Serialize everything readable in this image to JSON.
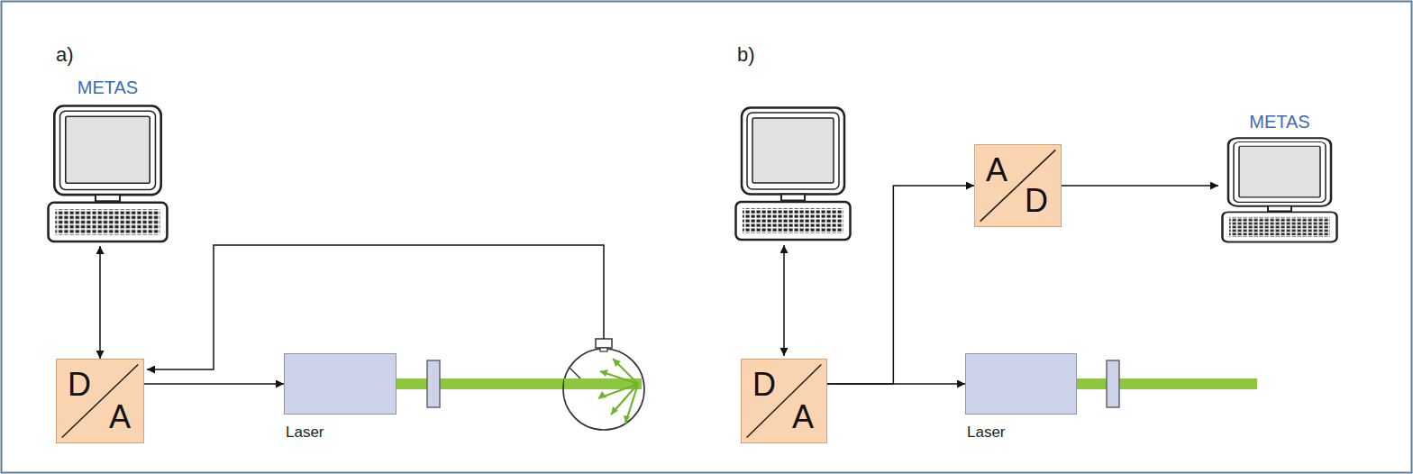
{
  "diagram": {
    "nodes": [
      {
        "text": [
          "METAS"
        ]
      },
      {
        "text": [
          "D",
          "A"
        ]
      },
      {
        "text": [
          "Laser"
        ]
      },
      {
        "text": [
          "D",
          "A"
        ]
      },
      {
        "text": [
          "A",
          "D"
        ]
      },
      {
        "text": [
          "METAS"
        ]
      },
      {
        "text": [
          "Laser"
        ]
      }
    ],
    "edges": [
      {
        "from": 0,
        "to": 1,
        "arrow": "both"
      },
      {
        "from": 1,
        "to": 2,
        "arrow": "to"
      },
      {
        "from": 3,
        "to": 4,
        "arrow": "to"
      },
      {
        "from": 3,
        "to": 6,
        "arrow": "to"
      },
      {
        "from": 4,
        "to": 5,
        "arrow": "to"
      }
    ],
    "labels": [
      "a)",
      "b)"
    ]
  }
}
